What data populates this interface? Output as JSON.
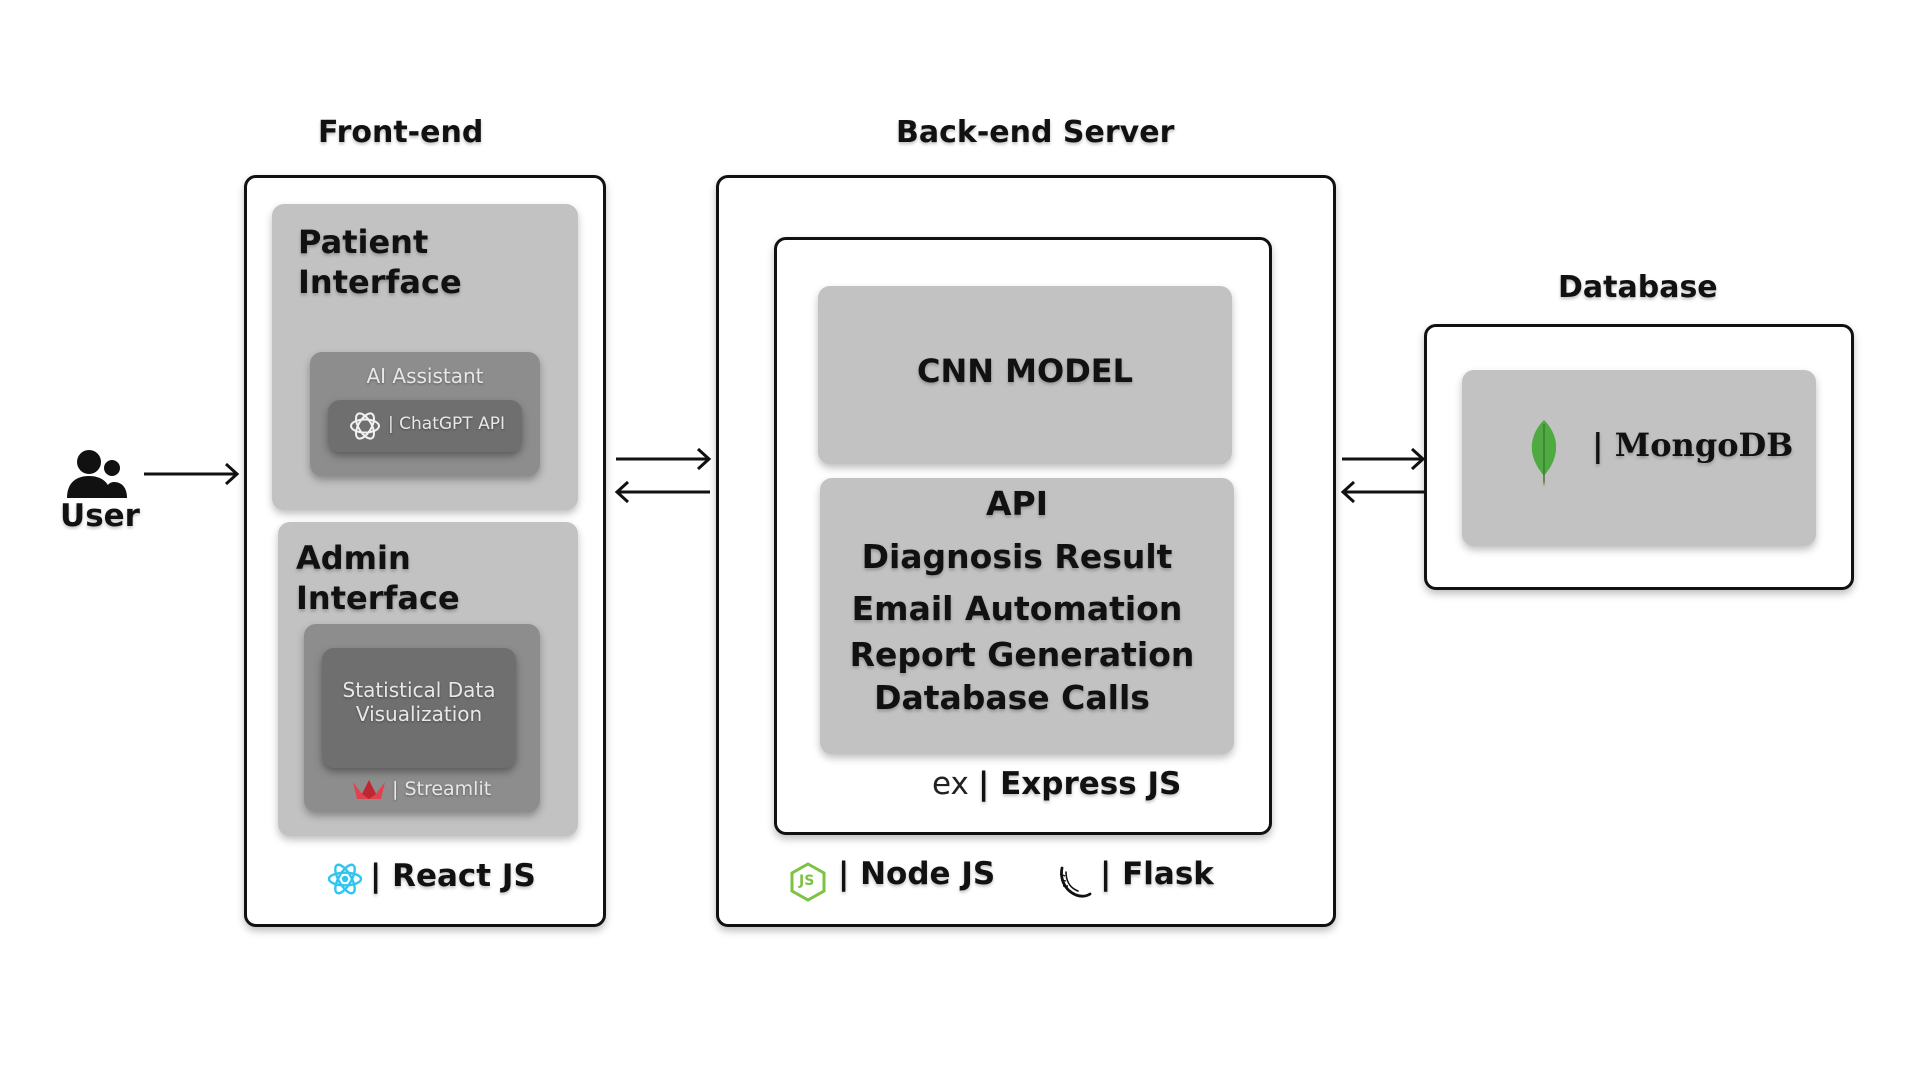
{
  "user": {
    "label": "User"
  },
  "frontend": {
    "heading": "Front-end",
    "patient_interface": {
      "title_line1": "Patient",
      "title_line2": "Interface",
      "ai_assistant_label": "AI Assistant",
      "chatgpt_label": "| ChatGPT API"
    },
    "admin_interface": {
      "title_line1": "Admin",
      "title_line2": "Interface",
      "stat_line1": "Statistical Data",
      "stat_line2": "Visualization",
      "streamlit_label": "| Streamlit"
    },
    "tech_label": "| React JS"
  },
  "backend": {
    "heading": "Back-end Server",
    "cnn_model_label": "CNN MODEL",
    "api": {
      "title": "API",
      "items": [
        "Diagnosis Result",
        "Email Automation",
        "Report Generation",
        "Database Calls"
      ]
    },
    "express_label": "| Express JS",
    "express_logo_text": "ex",
    "node_label": "| Node JS",
    "node_logo_text": "JS",
    "flask_label": "| Flask"
  },
  "database": {
    "heading": "Database",
    "mongodb_label": "| MongoDB"
  },
  "colors": {
    "panel_grey": "#c2c2c2",
    "panel_mid": "#8d8d8d",
    "panel_dark": "#6f6f6f",
    "react_blue": "#2ec5f0",
    "node_green": "#7cc243",
    "mongo_green": "#4faa41",
    "streamlit_red": "#e0434f"
  }
}
